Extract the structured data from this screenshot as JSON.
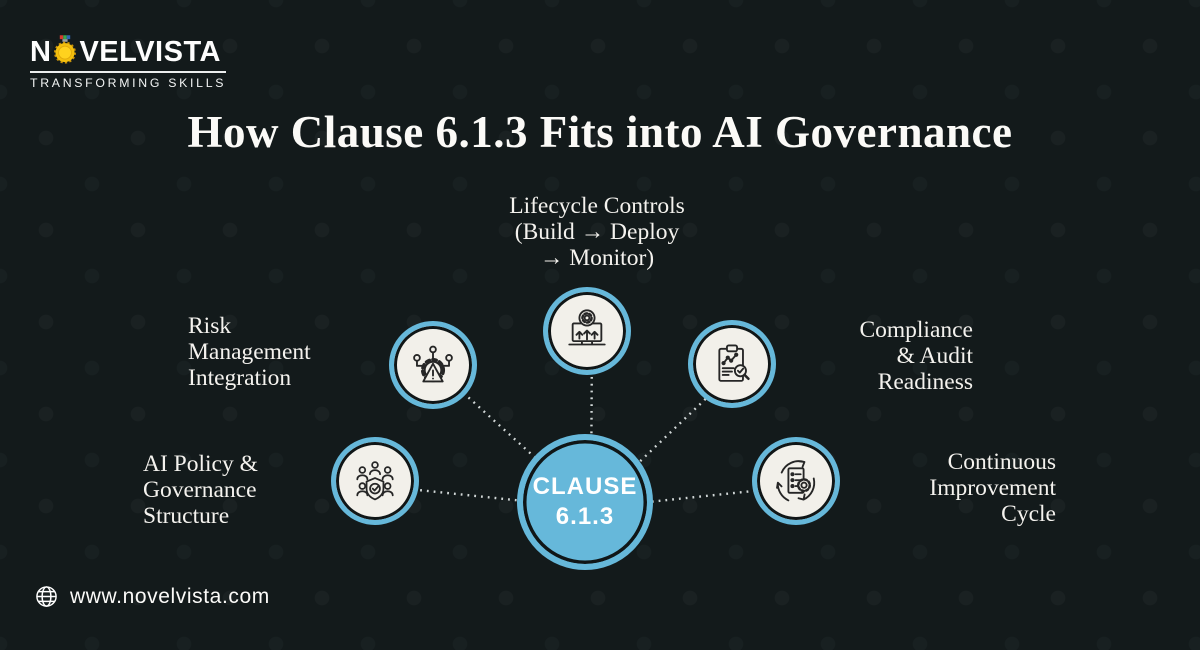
{
  "brand": {
    "name_prefix": "N",
    "name_suffix": "VELVISTA",
    "tagline": "TRANSFORMING SKILLS",
    "website": "www.novelvista.com"
  },
  "title": "How Clause 6.1.3 Fits into AI Governance",
  "diagram": {
    "center": {
      "label": "CLAUSE\n6.1.3",
      "fill_color": "#66b8da"
    },
    "nodes": [
      {
        "id": "risk-management",
        "icon": "gear-alert-network-icon",
        "label": "Risk\nManagement\nIntegration"
      },
      {
        "id": "lifecycle-controls",
        "icon": "deploy-laptop-icon",
        "label": "Lifecycle Controls\n(Build → Deploy\n→ Monitor)"
      },
      {
        "id": "compliance-audit",
        "icon": "audit-clipboard-icon",
        "label": "Compliance\n& Audit\nReadiness"
      },
      {
        "id": "ai-policy-governance",
        "icon": "team-shield-icon",
        "label": "AI Policy &\nGovernance\nStructure"
      },
      {
        "id": "continuous-improvement",
        "icon": "cycle-checklist-icon",
        "label": "Continuous\nImprovement\nCycle"
      }
    ]
  },
  "colors": {
    "background": "#131a1b",
    "accent_blue": "#66b8da",
    "satellite_fill": "#f2f0ea",
    "ring_dark": "#101617",
    "label_text": "#f4f2ee",
    "medal_gold": "#f3bf0d"
  }
}
